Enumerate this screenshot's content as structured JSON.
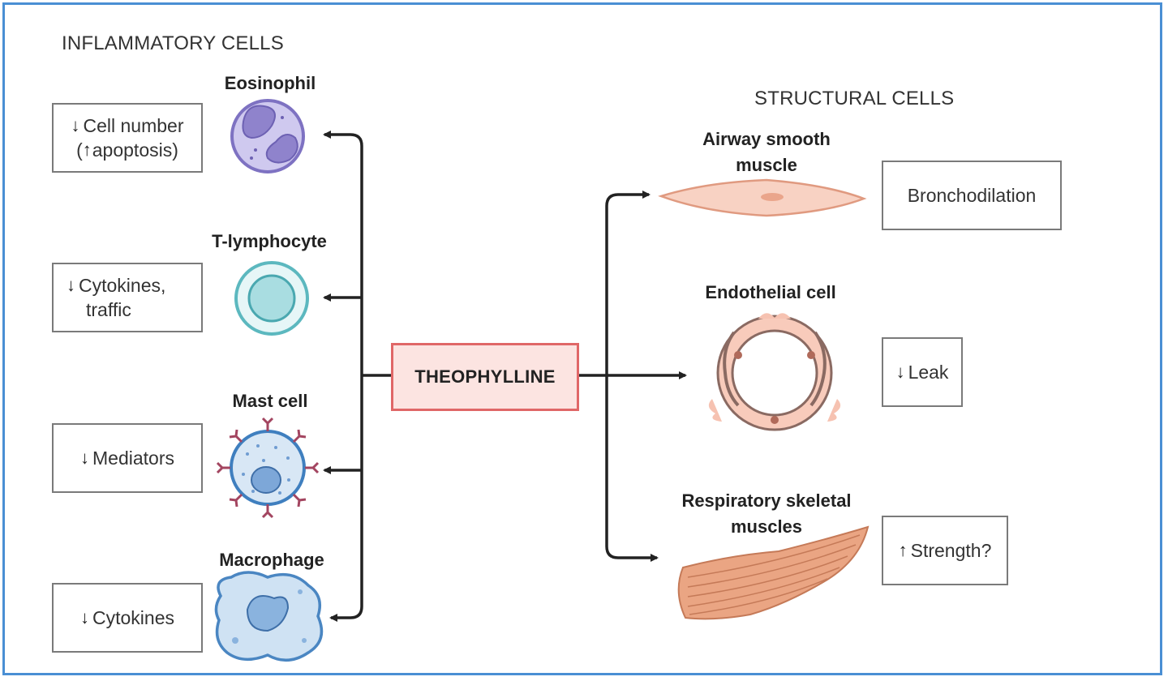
{
  "sections": {
    "inflammatory": "INFLAMMATORY CELLS",
    "structural": "STRUCTURAL CELLS"
  },
  "center": "THEOPHYLLINE",
  "inflammatory_cells": [
    {
      "name": "Eosinophil",
      "effect_line1": "Cell number",
      "effect_line2": "apoptosis)",
      "effect_prefix2": "(",
      "arrow1": "↓",
      "arrow2": "↑"
    },
    {
      "name": "T-lymphocyte",
      "effect_line1": "Cytokines,",
      "effect_line2": "traffic",
      "arrow1": "↓"
    },
    {
      "name": "Mast cell",
      "effect_line1": "Mediators",
      "arrow1": "↓"
    },
    {
      "name": "Macrophage",
      "effect_line1": "Cytokines",
      "arrow1": "↓"
    }
  ],
  "structural_cells": [
    {
      "name_line1": "Airway smooth",
      "name_line2": "muscle",
      "effect": "Bronchodilation"
    },
    {
      "name_line1": "Endothelial cell",
      "effect": "Leak",
      "arrow": "↓"
    },
    {
      "name_line1": "Respiratory skeletal",
      "name_line2": "muscles",
      "effect": "Strength?",
      "arrow": "↑"
    }
  ],
  "colors": {
    "frame": "#4a8fd4",
    "center_border": "#e06767",
    "center_fill": "#fce4e1",
    "eosinophil": "#9a8fd0",
    "t_lymphocyte": "#6cc3c9",
    "mast_cell": "#4f8bc6",
    "mast_receptor": "#a34560",
    "macrophage": "#7aaad6",
    "smooth_muscle": "#f3b9a5",
    "endothelial": "#f4b9a6",
    "skeletal_muscle": "#e09a7a"
  }
}
